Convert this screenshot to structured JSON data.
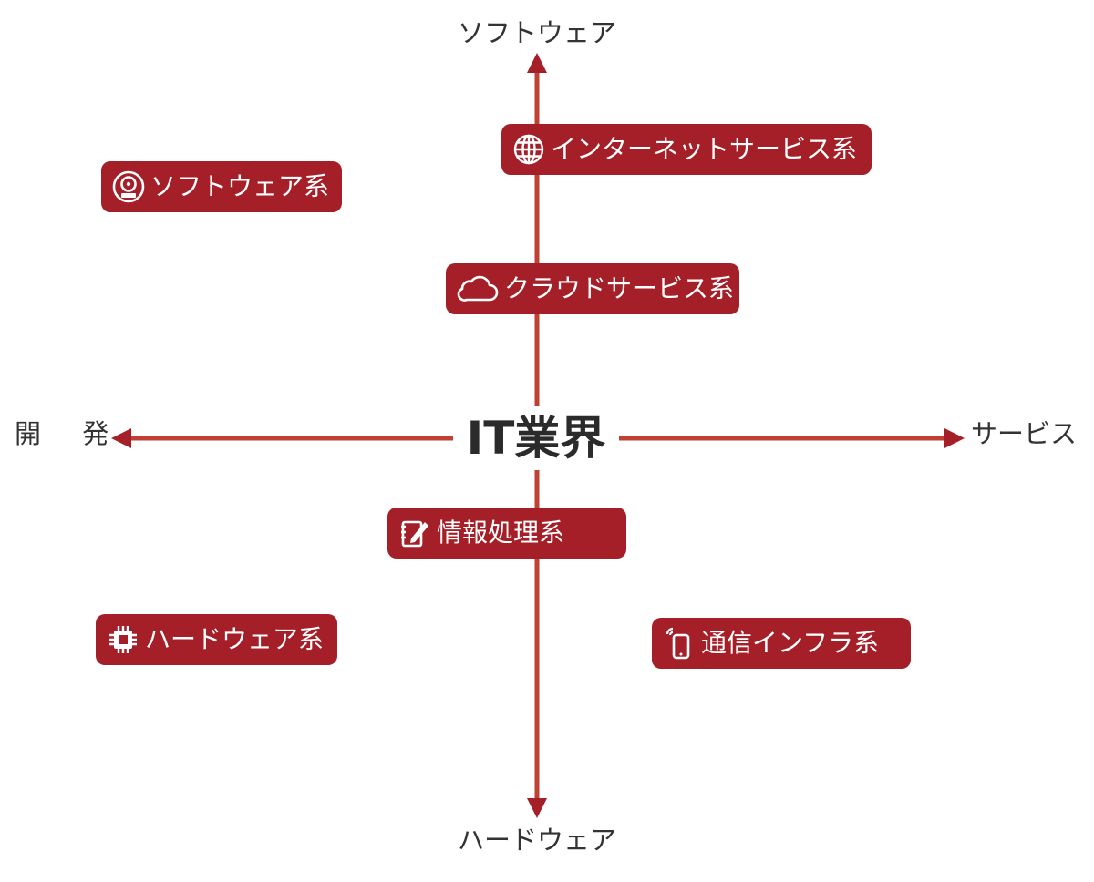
{
  "colors": {
    "accent": "#a41f28",
    "axis": "#bf4134",
    "text": "#333333",
    "title": "#2b2b2b"
  },
  "axes": {
    "top": "ソフトウェア",
    "bottom": "ハードウェア",
    "left": "開 発",
    "right": "サービス"
  },
  "center": {
    "title": "IT業界"
  },
  "categories": [
    {
      "id": "internet",
      "label": "インターネットサービス系",
      "icon": "globe-icon"
    },
    {
      "id": "software",
      "label": "ソフトウェア系",
      "icon": "dvd-disc-icon"
    },
    {
      "id": "cloud",
      "label": "クラウドサービス系",
      "icon": "cloud-icon"
    },
    {
      "id": "info",
      "label": "情報処理系",
      "icon": "edit-notebook-icon"
    },
    {
      "id": "hardware",
      "label": "ハードウェア系",
      "icon": "microchip-icon"
    },
    {
      "id": "telecom",
      "label": "通信インフラ系",
      "icon": "smartphone-signal-icon"
    }
  ]
}
